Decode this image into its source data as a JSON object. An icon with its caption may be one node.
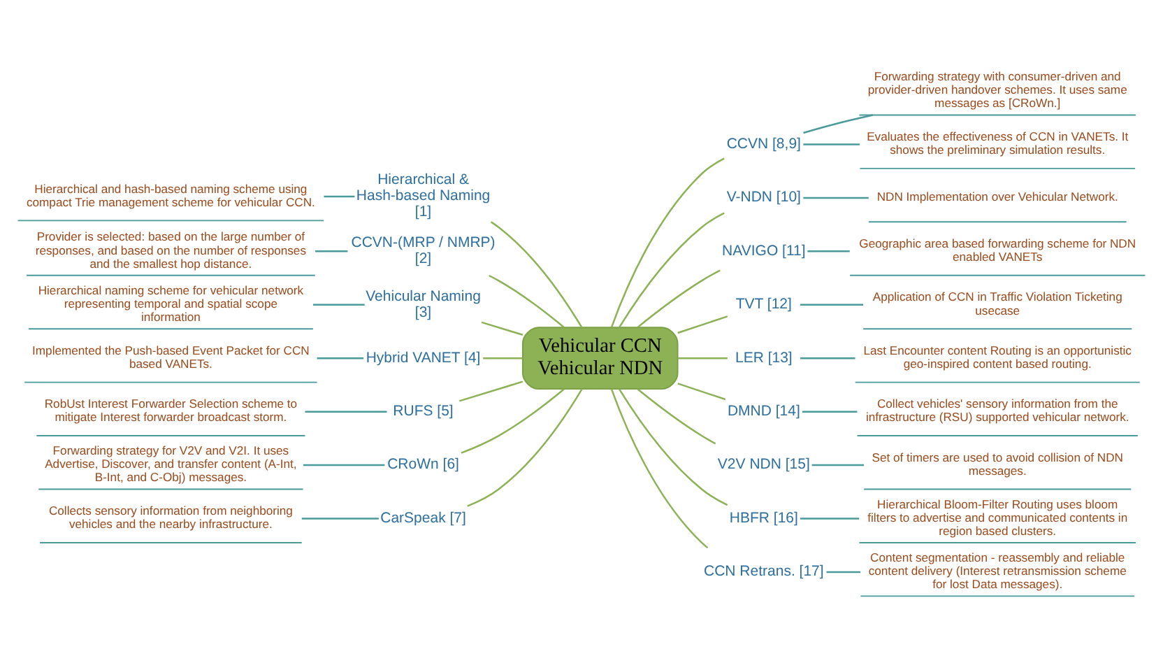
{
  "diagram": {
    "nodes": [
      {
        "text": [
          "Vehicular CCN",
          "Vehicular NDN"
        ]
      },
      {
        "text": [
          "Hierarchical & Hash-based Naming [1]"
        ]
      },
      {
        "text": [
          "Hierarchical and hash-based naming scheme using compact Trie management scheme for vehicular CCN."
        ]
      },
      {
        "text": [
          "CCVN-(MRP / NMRP) [2]"
        ]
      },
      {
        "text": [
          "Provider is selected: based on the large number of responses, and based on the number of responses and the smallest hop distance."
        ]
      },
      {
        "text": [
          "Vehicular Naming [3]"
        ]
      },
      {
        "text": [
          "Hierarchical naming scheme for vehicular network representing temporal and spatial scope information"
        ]
      },
      {
        "text": [
          "Hybrid VANET [4]"
        ]
      },
      {
        "text": [
          "Implemented the Push-based Event Packet for CCN based VANETs."
        ]
      },
      {
        "text": [
          "RUFS [5]"
        ]
      },
      {
        "text": [
          "RobUst Interest Forwarder Selection scheme to mitigate Interest forwarder broadcast storm."
        ]
      },
      {
        "text": [
          "CRoWn [6]"
        ]
      },
      {
        "text": [
          "Forwarding strategy for V2V and V2I. It uses Advertise, Discover, and transfer content (A-Int, B-Int, and C-Obj) messages."
        ]
      },
      {
        "text": [
          "CarSpeak [7]"
        ]
      },
      {
        "text": [
          "Collects sensory information from neighboring vehicles and the nearby infrastructure."
        ]
      },
      {
        "text": [
          "CCVN [8,9]"
        ]
      },
      {
        "text": [
          "Forwarding strategy with consumer-driven and provider-driven handover schemes. It uses same messages as [CRoWn.]"
        ]
      },
      {
        "text": [
          "Evaluates the effectiveness of CCN in VANETs. It shows the preliminary simulation results."
        ]
      },
      {
        "text": [
          "V-NDN [10]"
        ]
      },
      {
        "text": [
          "NDN Implementation over Vehicular Network."
        ]
      },
      {
        "text": [
          "NAVIGO [11]"
        ]
      },
      {
        "text": [
          "Geographic area based forwarding scheme for NDN enabled VANETs"
        ]
      },
      {
        "text": [
          "TVT [12]"
        ]
      },
      {
        "text": [
          "Application of CCN in Traffic Violation Ticketing usecase"
        ]
      },
      {
        "text": [
          "LER [13]"
        ]
      },
      {
        "text": [
          "Last Encounter content Routing is an opportunistic geo-inspired content based routing."
        ]
      },
      {
        "text": [
          "DMND [14]"
        ]
      },
      {
        "text": [
          "Collect vehicles' sensory information from the infrastructure (RSU) supported vehicular network."
        ]
      },
      {
        "text": [
          "V2V NDN [15]"
        ]
      },
      {
        "text": [
          "Set of timers are used to avoid collision of NDN messages."
        ]
      },
      {
        "text": [
          "HBFR [16]"
        ]
      },
      {
        "text": [
          "Hierarchical Bloom-Filter Routing uses bloom filters to advertise and communicated contents in region based clusters."
        ]
      },
      {
        "text": [
          "CCN Retrans. [17]"
        ]
      },
      {
        "text": [
          "Content segmentation - reassembly and reliable content delivery (Interest retransmission scheme for lost Data messages)."
        ]
      }
    ],
    "edges": [
      {
        "from": 0,
        "to": 1,
        "arrow": "none",
        "color": "#8db255"
      },
      {
        "from": 1,
        "to": 2,
        "arrow": "none"
      },
      {
        "from": 0,
        "to": 3,
        "arrow": "none",
        "color": "#8db255"
      },
      {
        "from": 3,
        "to": 4,
        "arrow": "none"
      },
      {
        "from": 0,
        "to": 5,
        "arrow": "none",
        "color": "#8db255"
      },
      {
        "from": 5,
        "to": 6,
        "arrow": "none"
      },
      {
        "from": 0,
        "to": 7,
        "arrow": "none",
        "color": "#8db255"
      },
      {
        "from": 7,
        "to": 8,
        "arrow": "none"
      },
      {
        "from": 0,
        "to": 9,
        "arrow": "none",
        "color": "#8db255"
      },
      {
        "from": 9,
        "to": 10,
        "arrow": "none"
      },
      {
        "from": 0,
        "to": 11,
        "arrow": "none",
        "color": "#8db255"
      },
      {
        "from": 11,
        "to": 12,
        "arrow": "none"
      },
      {
        "from": 0,
        "to": 13,
        "arrow": "none",
        "color": "#8db255"
      },
      {
        "from": 13,
        "to": 14,
        "arrow": "none"
      },
      {
        "from": 0,
        "to": 15,
        "arrow": "none",
        "color": "#8db255"
      },
      {
        "from": 15,
        "to": 16,
        "arrow": "none"
      },
      {
        "from": 15,
        "to": 17,
        "arrow": "none"
      },
      {
        "from": 0,
        "to": 18,
        "arrow": "none",
        "color": "#8db255"
      },
      {
        "from": 18,
        "to": 19,
        "arrow": "none"
      },
      {
        "from": 0,
        "to": 20,
        "arrow": "none",
        "color": "#8db255"
      },
      {
        "from": 20,
        "to": 21,
        "arrow": "none"
      },
      {
        "from": 0,
        "to": 22,
        "arrow": "none",
        "color": "#8db255"
      },
      {
        "from": 22,
        "to": 23,
        "arrow": "none"
      },
      {
        "from": 0,
        "to": 24,
        "arrow": "none",
        "color": "#8db255"
      },
      {
        "from": 24,
        "to": 25,
        "arrow": "none"
      },
      {
        "from": 0,
        "to": 26,
        "arrow": "none",
        "color": "#8db255"
      },
      {
        "from": 26,
        "to": 27,
        "arrow": "none"
      },
      {
        "from": 0,
        "to": 28,
        "arrow": "none",
        "color": "#8db255"
      },
      {
        "from": 28,
        "to": 29,
        "arrow": "none"
      },
      {
        "from": 0,
        "to": 30,
        "arrow": "none",
        "color": "#8db255"
      },
      {
        "from": 30,
        "to": 31,
        "arrow": "none"
      },
      {
        "from": 0,
        "to": 32,
        "arrow": "none",
        "color": "#8db255"
      },
      {
        "from": 32,
        "to": 33,
        "arrow": "none"
      }
    ]
  }
}
